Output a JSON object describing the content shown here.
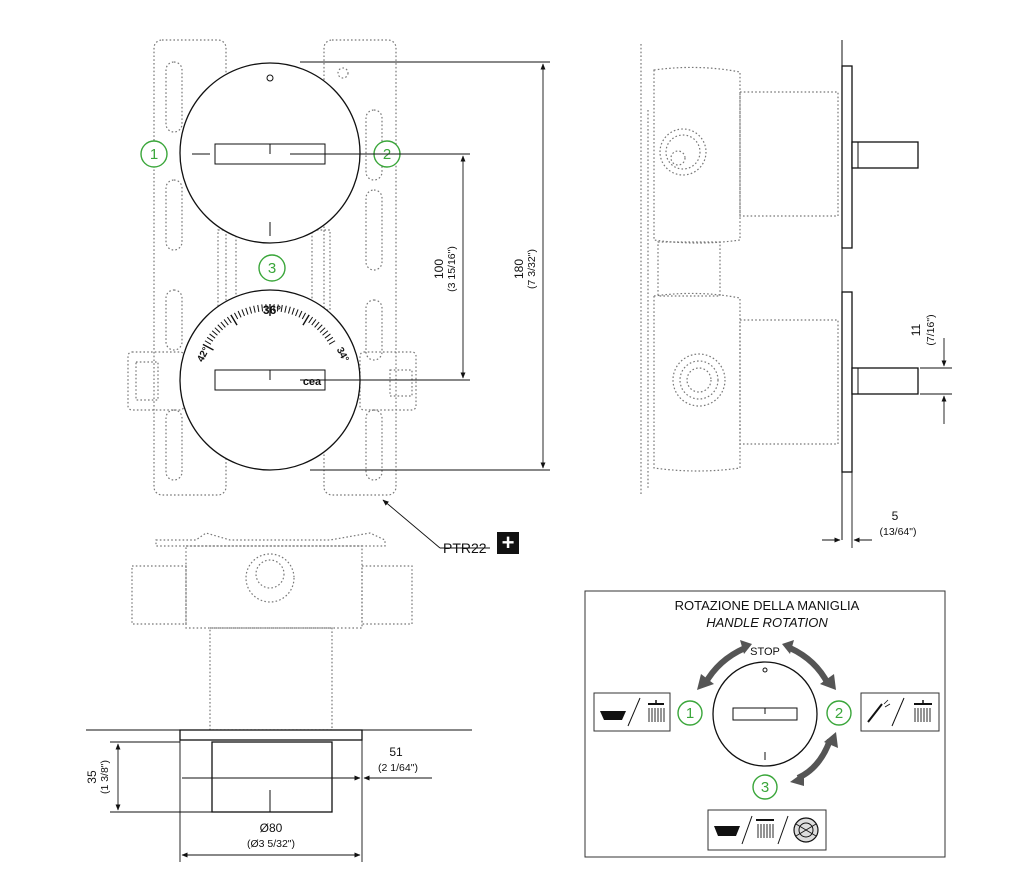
{
  "labels": {
    "marker_1": "1",
    "marker_2": "2",
    "marker_3": "3",
    "dim_100": "100",
    "dim_100_in": "(3 15/16\")",
    "dim_180": "180",
    "dim_180_in": "(7 3/32\")",
    "dim_11": "11",
    "dim_11_in": "(7/16\")",
    "dim_5": "5",
    "dim_5_in": "(13/64\")",
    "dim_35": "35",
    "dim_35_in": "(1 3/8\")",
    "dim_51": "51",
    "dim_51_in": "(2 1/64\")",
    "dim_80": "Ø80",
    "dim_80_in": "(Ø3 5/32\")",
    "ptr": "PTR22",
    "ptr_plus": "+",
    "temp_36": "36°",
    "temp_42": "42°",
    "temp_34": "34°"
  },
  "legend": {
    "title_it": "ROTAZIONE DELLA MANIGLIA",
    "title_en": "HANDLE ROTATION",
    "stop": "STOP",
    "pos_1": "1",
    "pos_2": "2",
    "pos_3": "3"
  },
  "colors": {
    "accent_green": "#3aa63a",
    "line": "#111111",
    "hidden_line": "#777777",
    "arrow": "#555555"
  }
}
